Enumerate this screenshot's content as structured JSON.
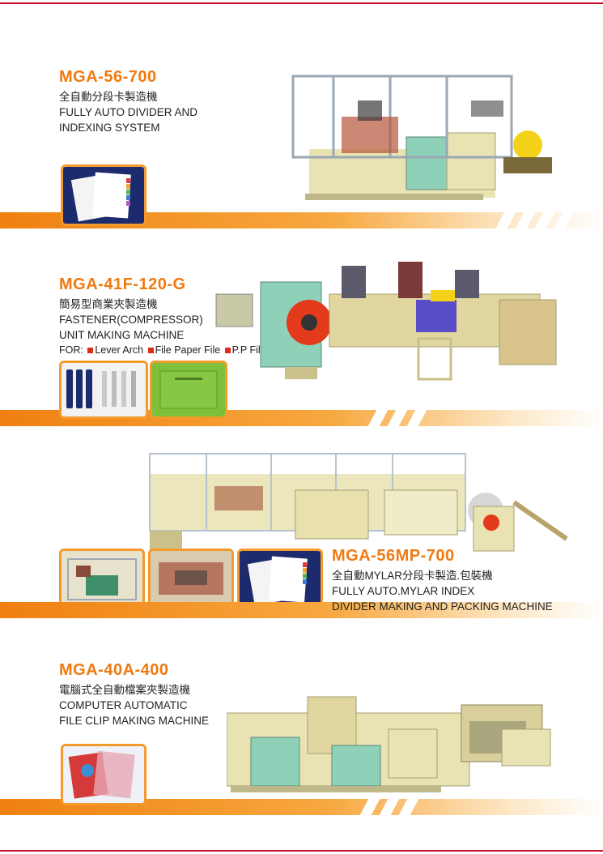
{
  "sections": [
    {
      "model": "MGA-56-700",
      "lines": [
        "全自動分段卡製造機",
        "FULLY AUTO DIVIDER AND",
        "INDEXING SYSTEM"
      ]
    },
    {
      "model": "MGA-41F-120-G",
      "lines": [
        "簡易型商業夾製造機",
        "FASTENER(COMPRESSOR)",
        "UNIT MAKING MACHINE"
      ],
      "for_label": "FOR:",
      "for_items": [
        "Lever Arch",
        "File Paper File",
        "P.P File"
      ]
    },
    {
      "model": "MGA-56MP-700",
      "lines": [
        "全自動MYLAR分段卡製造.包裝機",
        "FULLY AUTO.MYLAR INDEX",
        "DIVIDER MAKING AND PACKING MACHINE"
      ]
    },
    {
      "model": "MGA-40A-400",
      "lines": [
        "電腦式全自動檔案夾製造機",
        "COMPUTER AUTOMATIC",
        "FILE CLIP MAKING MACHINE"
      ]
    }
  ],
  "colors": {
    "accent": "#f07a10",
    "rule": "#c8102e",
    "machine_cream": "#e9e3b4",
    "machine_green": "#8fd0b8",
    "frame_navy": "#1c2a6e"
  }
}
